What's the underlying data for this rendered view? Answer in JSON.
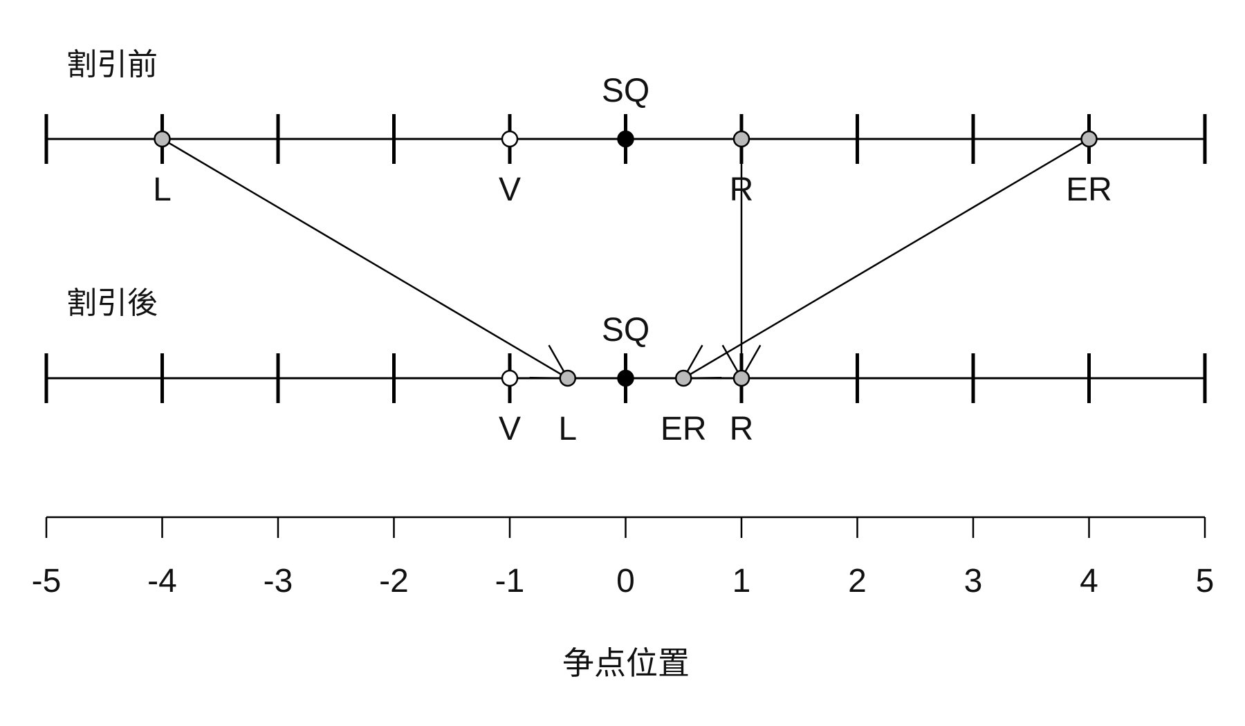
{
  "diagram": {
    "rows": [
      {
        "id": "before",
        "label": "割引前",
        "points": [
          {
            "id": "L",
            "label": "L",
            "x": -4,
            "fill": "#bbbbbb"
          },
          {
            "id": "V",
            "label": "V",
            "x": -1,
            "fill": "#ffffff"
          },
          {
            "id": "SQ",
            "label": "SQ",
            "x": 0,
            "fill": "#000000"
          },
          {
            "id": "R",
            "label": "R",
            "x": 1,
            "fill": "#bbbbbb"
          },
          {
            "id": "ER",
            "label": "ER",
            "x": 4,
            "fill": "#bbbbbb"
          }
        ]
      },
      {
        "id": "after",
        "label": "割引後",
        "points": [
          {
            "id": "V",
            "label": "V",
            "x": -1,
            "fill": "#ffffff"
          },
          {
            "id": "L",
            "label": "L",
            "x": -0.5,
            "fill": "#bbbbbb"
          },
          {
            "id": "SQ",
            "label": "SQ",
            "x": 0,
            "fill": "#000000"
          },
          {
            "id": "ER",
            "label": "ER",
            "x": 0.5,
            "fill": "#bbbbbb"
          },
          {
            "id": "R",
            "label": "R",
            "x": 1,
            "fill": "#bbbbbb"
          }
        ]
      }
    ],
    "arrows": [
      {
        "id": "L",
        "from": -4,
        "to": -0.5
      },
      {
        "id": "R",
        "from": 1,
        "to": 1
      },
      {
        "id": "ER",
        "from": 4,
        "to": 0.5
      }
    ],
    "axis": {
      "ticks": [
        "-5",
        "-4",
        "-3",
        "-2",
        "-1",
        "0",
        "1",
        "2",
        "3",
        "4",
        "5"
      ],
      "range": [
        -5,
        5
      ],
      "label": "争点位置"
    },
    "colors": {
      "line": "#000000",
      "gray_point": "#bbbbbb",
      "open_point": "#ffffff",
      "status_quo": "#000000"
    }
  }
}
